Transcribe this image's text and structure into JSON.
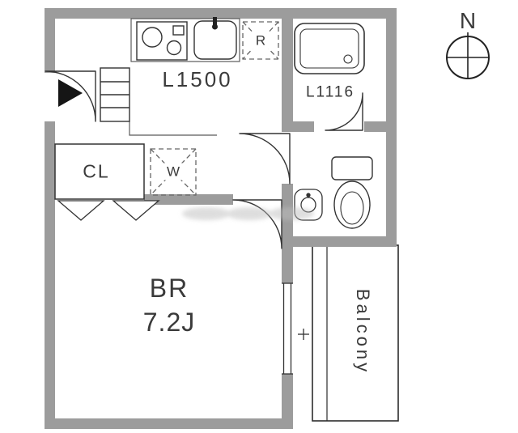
{
  "colors": {
    "wall": "#9c9c9c",
    "line": "#333333",
    "text": "#3a3a3a"
  },
  "compass": {
    "north_label": "N"
  },
  "kitchen": {
    "counter_label": "L1500",
    "refrigerator_label": "R"
  },
  "bath": {
    "size_label": "L1116"
  },
  "laundry": {
    "washer_label": "W"
  },
  "closet": {
    "label": "CL"
  },
  "bedroom": {
    "label": "BR",
    "size_label": "7.2J"
  },
  "balcony": {
    "label": "Balcony"
  },
  "icons": {
    "compass": "compass-north-icon",
    "stove": "stove-icon",
    "sink": "kitchen-sink-icon",
    "bathtub": "bathtub-icon",
    "toilet": "toilet-icon",
    "hand_basin": "hand-basin-icon",
    "entrance_arrow": "entrance-arrow-icon",
    "shoe_cabinet": "shoe-cabinet-icon"
  }
}
